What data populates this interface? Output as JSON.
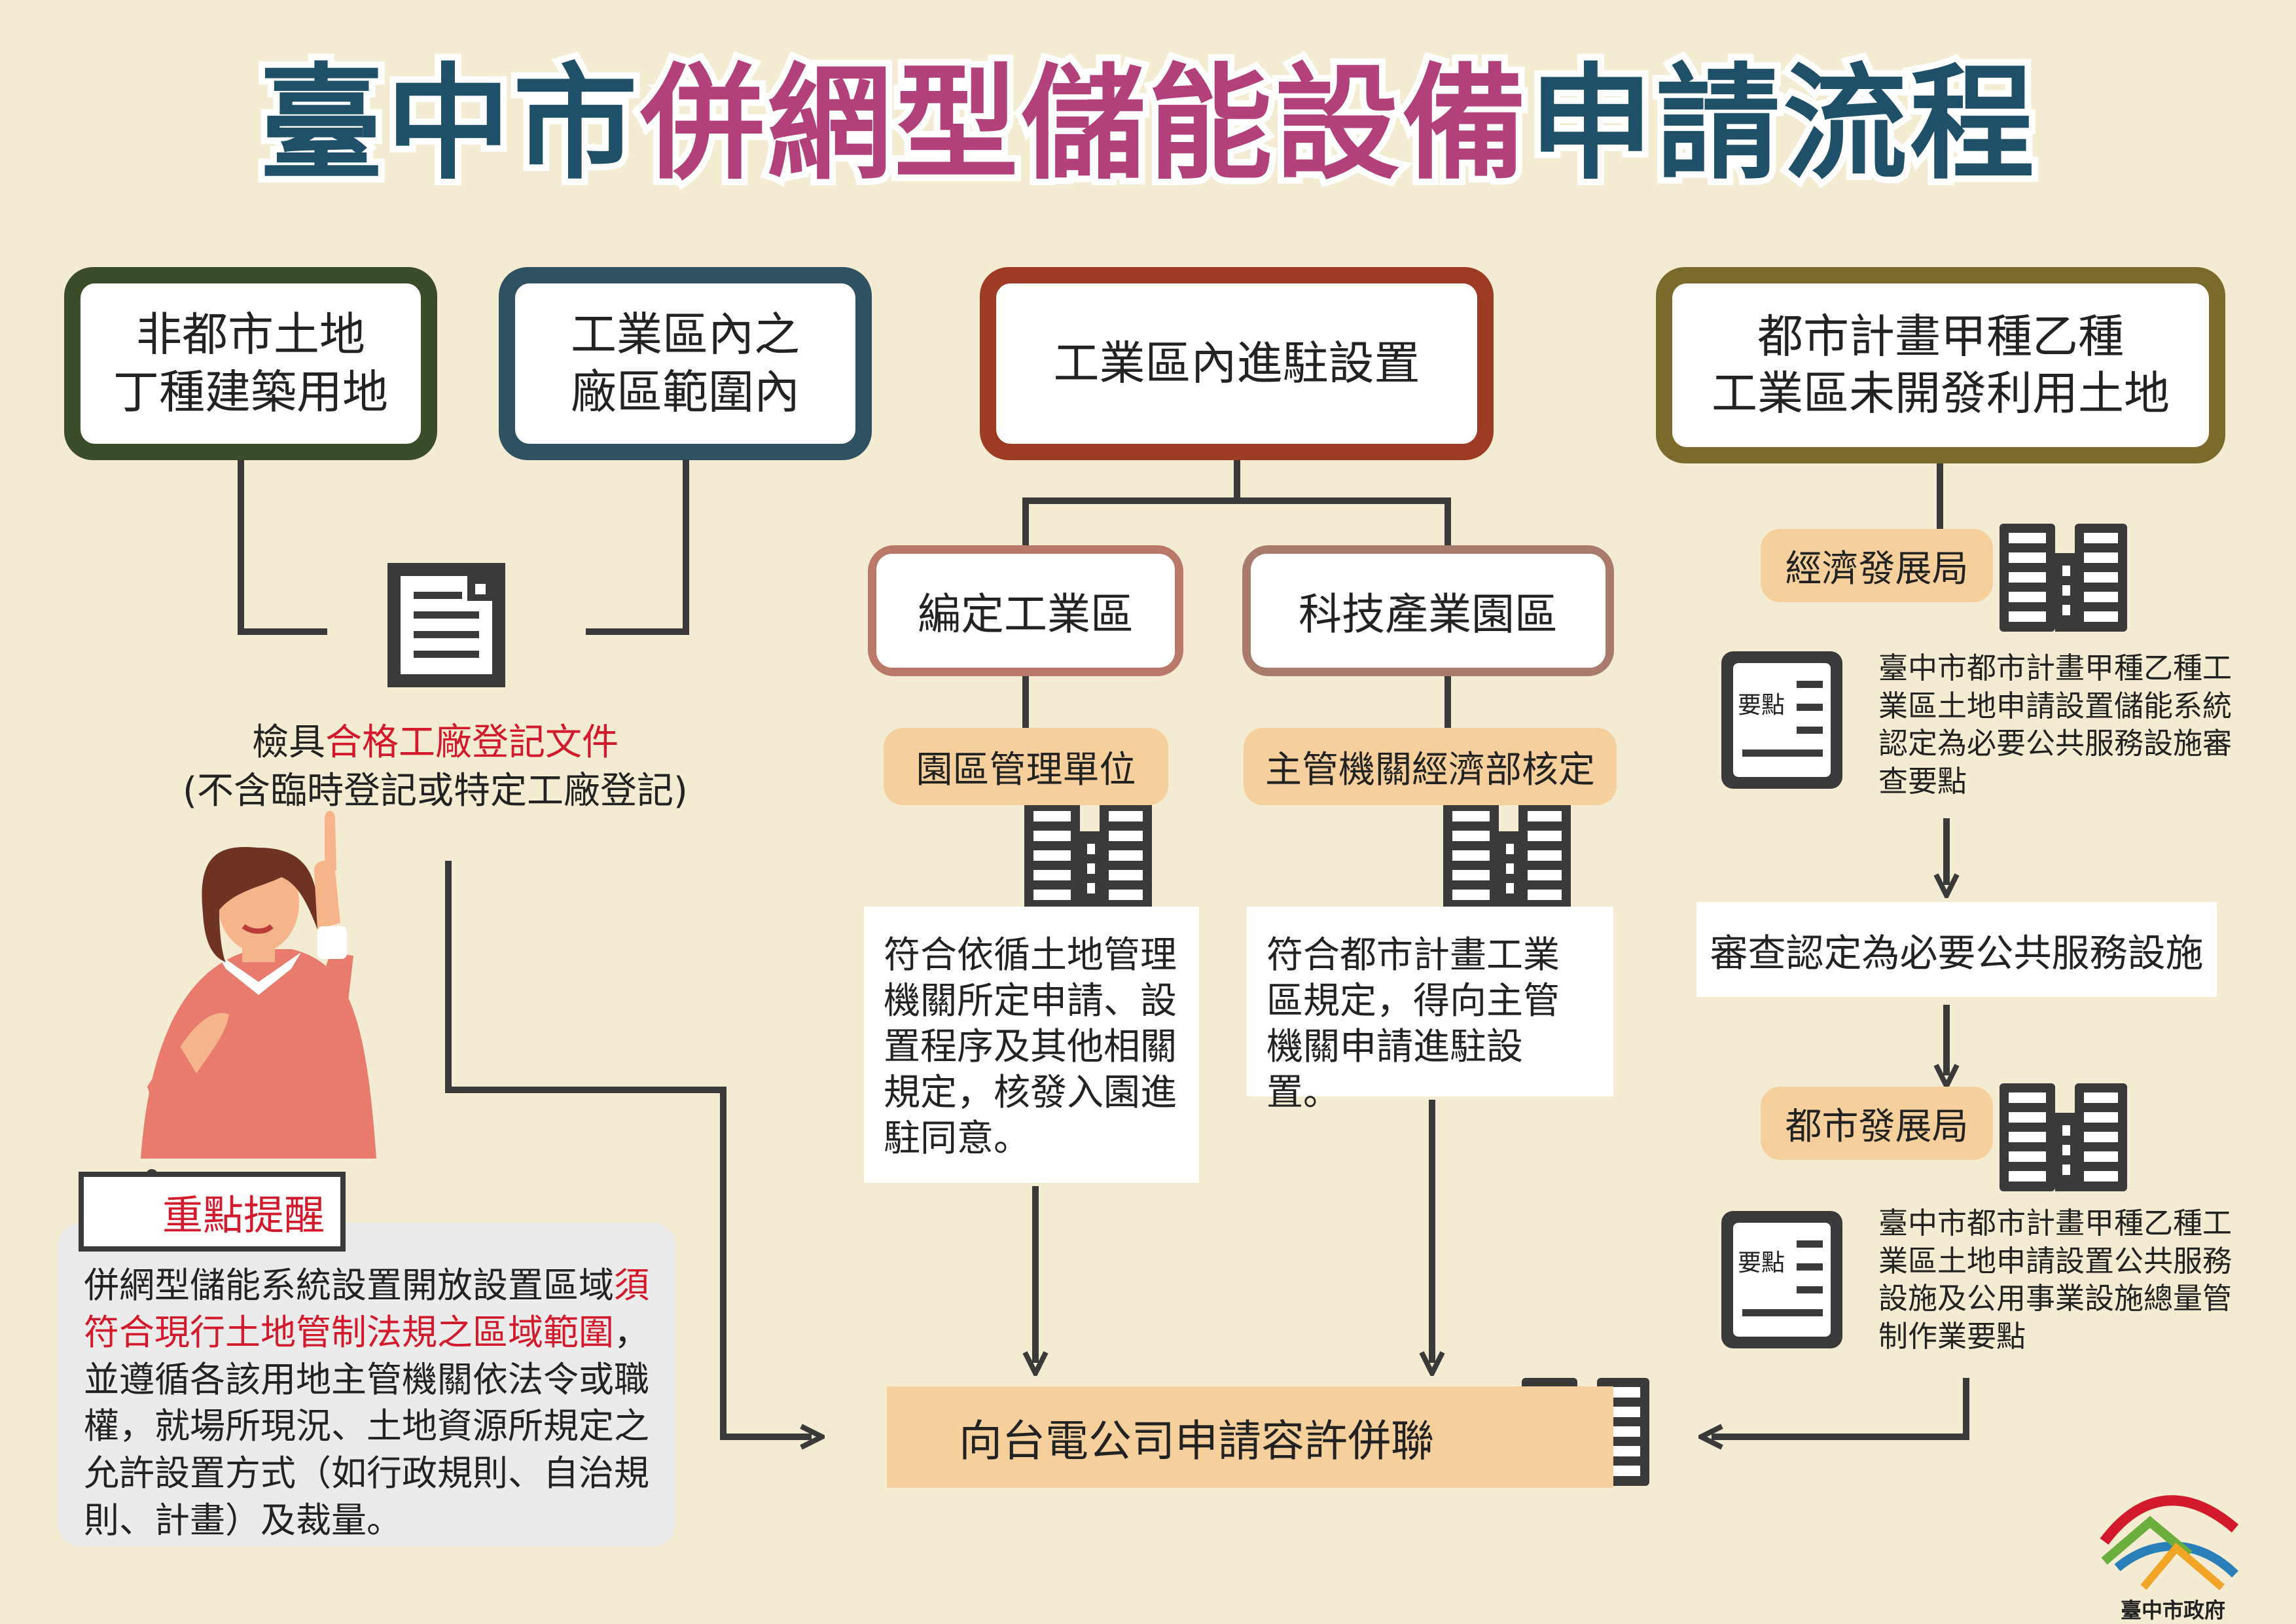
{
  "title": {
    "part1": "臺中市",
    "part2": "併網型儲能設備",
    "part3": "申請流程",
    "colors": {
      "main": "#1f5068",
      "accent": "#b2407a"
    }
  },
  "categories": {
    "non_urban": {
      "line1": "非都市土地",
      "line2": "丁種建築用地",
      "color": "#3a4c29"
    },
    "factory_zone": {
      "line1": "工業區內之",
      "line2": "廠區範圍內",
      "color": "#2f5263"
    },
    "industrial_park": {
      "label": "工業區內進駐設置",
      "color": "#9e3b25"
    },
    "urban_plan": {
      "line1": "都市計畫甲種乙種",
      "line2": "工業區未開發利用土地",
      "color": "#7a6a2c"
    }
  },
  "left_branch": {
    "doc_label_prefix": "檢具",
    "doc_label_highlight": "合格工廠登記文件",
    "doc_note": "(不含臨時登記或特定工廠登記)"
  },
  "sub_categories": {
    "designated": {
      "label": "編定工業區",
      "color": "#b9786a"
    },
    "science_park": {
      "label": "科技產業園區",
      "color": "#a97b6d"
    }
  },
  "agencies": {
    "park_management": "園區管理單位",
    "moea": "主管機關經濟部核定",
    "economic_bureau": "經濟發展局",
    "urban_bureau": "都市發展局"
  },
  "notes": {
    "designated": "符合依循土地管理機關所定申請、設置程序及其他相關規定，核發入園進駐同意。",
    "science_park": "符合都市計畫工業區規定，得向主管機關申請進駐設置。"
  },
  "right_branch": {
    "doc_tag": "要點",
    "doc1": "臺中市都市計畫甲種乙種工業區土地申請設置儲能系統認定為必要公共服務設施審查要點",
    "review": "審查認定為必要公共服務設施",
    "doc2": "臺中市都市計畫甲種乙種工業區土地申請設置公共服務設施及公用事業設施總量管制作業要點"
  },
  "final_step": {
    "label": "向台電公司申請容許併聯"
  },
  "reminder": {
    "tag": "重點提醒",
    "text_before": "併網型儲能系統設置開放設置區域",
    "text_highlight": "須符合現行土地管制法規之區域範圍",
    "text_after": "，並遵循各該用地主管機關依法令或職權，就場所現況、土地資源所規定之允許設置方式（如行政規則、自治規則、計畫）及裁量。"
  },
  "logo": {
    "text": "臺中市政府"
  },
  "colors": {
    "background": "#f3ebd2",
    "line": "#3a3a3a",
    "pill": "#f5cf9c",
    "highlight_red": "#d3192c"
  }
}
